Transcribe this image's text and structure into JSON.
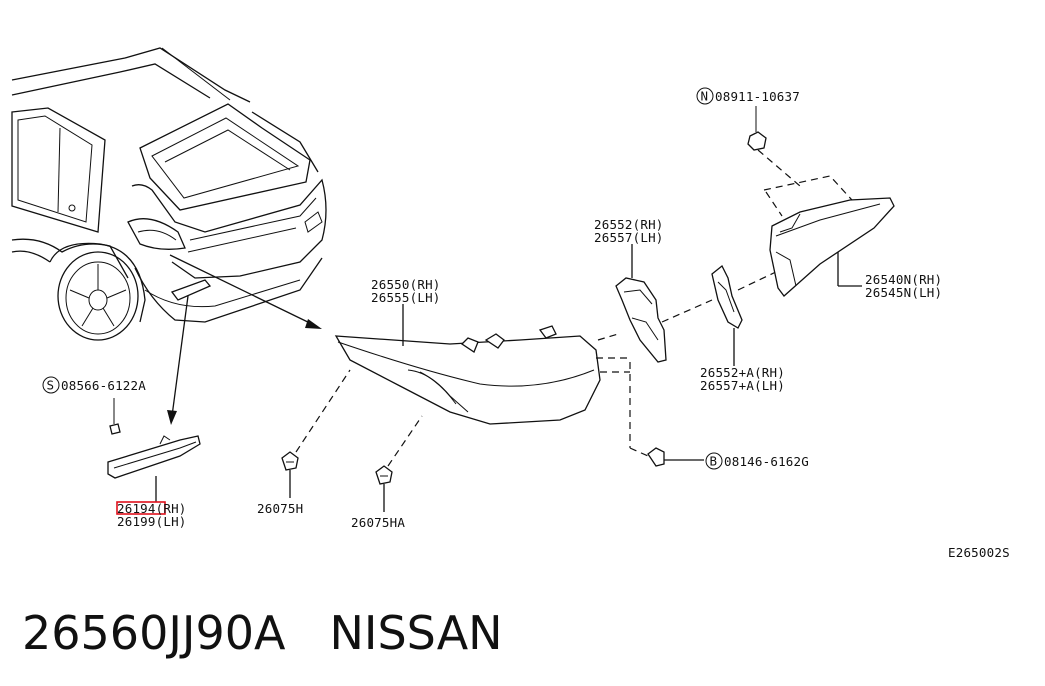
{
  "diagram_code": "E265002S",
  "callouts": {
    "screw_s": {
      "prefix": "S",
      "number": "08566-6122A"
    },
    "nut_n": {
      "prefix": "N",
      "number": "08911-10637"
    },
    "bolt_b": {
      "prefix": "B",
      "number": "08146-6162G"
    }
  },
  "parts": {
    "side_reflector": {
      "rh": "26194(RH)",
      "lh": "26199(LH)"
    },
    "main_lamp": {
      "rh": "26550(RH)",
      "lh": "26555(LH)"
    },
    "bracket_upper": {
      "rh": "26552(RH)",
      "lh": "26557(LH)"
    },
    "bracket_lower": {
      "rh": "26552+A(RH)",
      "lh": "26557+A(LH)"
    },
    "inner_lamp": {
      "rh": "26540N(RH)",
      "lh": "26545N(LH)"
    },
    "clip_h": "26075H",
    "clip_ha": "26075HA"
  },
  "footer": {
    "part_number": "26560JJ90A",
    "brand": "NISSAN"
  }
}
